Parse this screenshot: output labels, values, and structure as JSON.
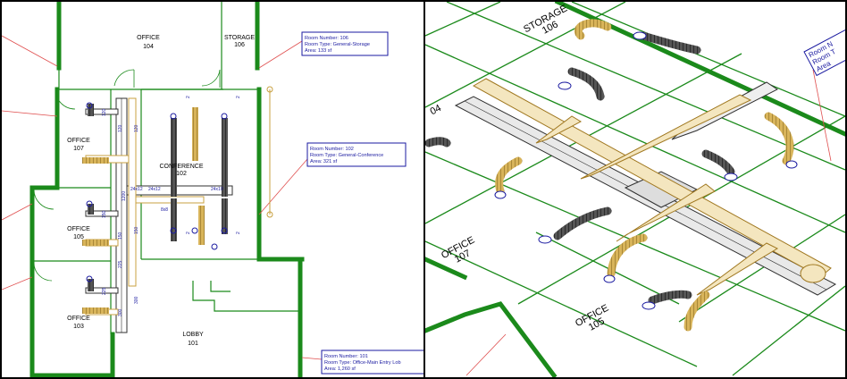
{
  "plan": {
    "rooms": [
      {
        "id": "office-104",
        "name": "OFFICE",
        "number": "104"
      },
      {
        "id": "storage-106",
        "name": "STORAGE",
        "number": "106"
      },
      {
        "id": "office-107",
        "name": "OFFICE",
        "number": "107"
      },
      {
        "id": "conference-102",
        "name": "CONFERENCE",
        "number": "102"
      },
      {
        "id": "office-105",
        "name": "OFFICE",
        "number": "105"
      },
      {
        "id": "office-103",
        "name": "OFFICE",
        "number": "103"
      },
      {
        "id": "lobby-101",
        "name": "LOBBY",
        "number": "101"
      }
    ],
    "tags": [
      {
        "number": "Room Number: 106",
        "type": "Room Type: General-Storage",
        "area": "Area: 133 sf"
      },
      {
        "number": "Room Number: 102",
        "type": "Room Type: General-Conference",
        "area": "Area: 321 sf"
      },
      {
        "number": "Room Number: 101",
        "type": "Room Type: Office-Main Entry Lob",
        "area": "Area: 1,260 sf"
      }
    ],
    "duct_labels": [
      "24x12",
      "24x12",
      "24x10",
      "8x8",
      "120",
      "120",
      "120",
      "1200",
      "150",
      "150",
      "150",
      "225",
      "225",
      "300",
      "300",
      "2",
      "2",
      "2",
      "2"
    ]
  },
  "iso": {
    "rooms": [
      {
        "id": "storage-106",
        "name": "STORAGE",
        "number": "106"
      },
      {
        "id": "office-104",
        "name": "",
        "number": "04"
      },
      {
        "id": "office-107",
        "name": "OFFICE",
        "number": "107"
      },
      {
        "id": "office-105",
        "name": "OFFICE",
        "number": "105"
      }
    ],
    "tag": {
      "l1": "Room N",
      "l2": "Room T",
      "l3": "Area"
    }
  },
  "colors": {
    "wall": "#1b8a1b",
    "supply": "#c8a040",
    "return": "#303030",
    "tag": "#1a1aa0",
    "leader": "#e05050",
    "frame": "#000000"
  }
}
